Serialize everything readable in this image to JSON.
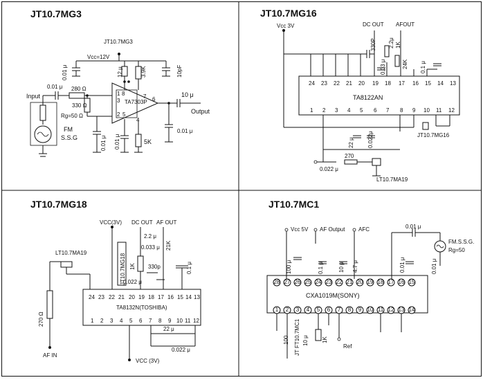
{
  "panels": {
    "mg3": {
      "title": "JT10.7MG3",
      "part_label": "JT10.7MG3",
      "ic": "TA7303P",
      "vcc": "Vcc=12V",
      "input": "Input",
      "output": "Output",
      "rg": "Rg=50 Ω",
      "fm": "FM",
      "ssg": "S.S.G",
      "c_in": "0.01 μ",
      "r1": "280 Ω",
      "r2": "330 Ω",
      "c_vcc": "0.01 μ",
      "c_12": "12 μ",
      "r_39": "3.9K",
      "c_10p": "10pF",
      "c_out": "10 μ",
      "c_gnd1": "0.01 μ",
      "c_gnd2": "0.01 μ",
      "r_5k": "5K",
      "c_gnd3": "0.01 μ",
      "pins": [
        "1",
        "2",
        "3",
        "4",
        "5",
        "6",
        "7",
        "8"
      ]
    },
    "mg16": {
      "title": "JT10.7MG16",
      "vcc": "Vcc 3V",
      "dc_out": "DC OUT",
      "af_out": "AFOUT",
      "ic": "TA8122AN",
      "top_pins": [
        "24",
        "23",
        "22",
        "21",
        "20",
        "19",
        "18",
        "17",
        "16",
        "15",
        "14",
        "13"
      ],
      "bottom_pins": [
        "1",
        "2",
        "3",
        "4",
        "5",
        "6",
        "7",
        "8",
        "9",
        "10",
        "11",
        "12"
      ],
      "c_330p": "330P",
      "r_1k": "1K",
      "c_22": "2.2μ",
      "c_003": "0.03 μ",
      "r_24k": "24K",
      "c_01": "0.1 μ",
      "c_22b": "22 μ",
      "c_0022": "0.022μ",
      "c_0022b": "0.022 μ",
      "r_270": "270",
      "filter": "JT10.7MG16",
      "lt": "LT10.7MA19"
    },
    "mg18": {
      "title": "JT10.7MG18",
      "vcc": "VCC(3V)",
      "dc_out": "DC OUT",
      "af_out": "AF OUT",
      "lt": "LT10.7MA19",
      "filter": "JT10.7MG18",
      "ic": "TA8132N(TOSHIBA)",
      "top_pins": [
        "24",
        "23",
        "22",
        "21",
        "20",
        "19",
        "18",
        "17",
        "16",
        "15",
        "14",
        "13"
      ],
      "bottom_pins": [
        "1",
        "2",
        "3",
        "4",
        "5",
        "6",
        "7",
        "8",
        "9",
        "10",
        "11",
        "12"
      ],
      "c_22": "2.2 μ",
      "c_0033": "0.033 μ",
      "r_21k": "21K",
      "r_1k": "1K",
      "c_330p": "330p",
      "c_01": "0.1 μ",
      "c_0022": "0.022 μ",
      "r_270": "270 Ω",
      "af_in": "AF IN",
      "c_22b": "22 μ",
      "c_0022b": "0.022 μ",
      "vcc_bottom": "VCC (3V)"
    },
    "mc1": {
      "title": "JT10.7MC1",
      "vcc": "Vcc  5V",
      "af_output": "AF Output",
      "afc": "AFC",
      "c_001": "0.01 μ",
      "fm_ssg": "FM.S.S.G.",
      "rg": "Rg=50",
      "ic": "CXA1019M(SONY)",
      "top_pins": [
        "28",
        "27",
        "26",
        "25",
        "24",
        "23",
        "22",
        "21",
        "20",
        "19",
        "18",
        "17",
        "16",
        "15"
      ],
      "bottom_pins": [
        "1",
        "2",
        "3",
        "4",
        "5",
        "6",
        "7",
        "8",
        "9",
        "10",
        "11",
        "12",
        "13",
        "14"
      ],
      "c_100": "100 μ",
      "c_01": "0.1 μ",
      "c_10": "10 μ",
      "c_47": "4.7 μ",
      "c_001b": "0.01 μ",
      "c_001c": "0.01 μ",
      "c_100b": "100",
      "jt_label": "JT FT10.7MC1",
      "c_10b": "10 μ",
      "r_1k": "1K",
      "ref": "Ref"
    }
  }
}
